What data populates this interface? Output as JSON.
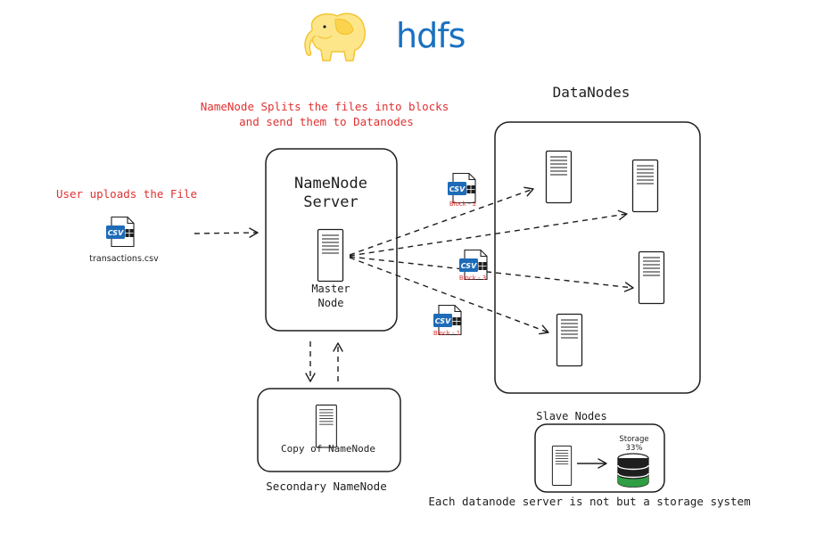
{
  "header": {
    "logo_text": "hdfs",
    "logo_icon": "hadoop-elephant-icon",
    "logo_color": "#1971c2",
    "elephant_color": "#fcd34d"
  },
  "user": {
    "caption": "User uploads the File",
    "file_name": "transactions.csv",
    "file_icon": "csv-file-icon"
  },
  "namenode": {
    "note_line1": "NameNode Splits the files into blocks",
    "note_line2": "and send them to Datanodes",
    "title_line1": "NameNode",
    "title_line2": "Server",
    "role_line1": "Master",
    "role_line2": "Node"
  },
  "secondary": {
    "inner_label": "Copy of NameNode",
    "caption": "Secondary NameNode"
  },
  "blocks": [
    {
      "label": "Block - 2"
    },
    {
      "label": "Block - 3"
    },
    {
      "label": "Block - 1"
    }
  ],
  "datanodes": {
    "title": "DataNodes",
    "caption": "Slave Nodes",
    "server_count": 4
  },
  "storage": {
    "label": "Storage",
    "percent": "33%",
    "level": 0.33,
    "explanation": "Each datanode server is not but a storage system"
  },
  "colors": {
    "ink": "#1e1e1e",
    "annotation_red": "#e03131",
    "csv_blue": "#1e6bb8",
    "storage_green": "#2f9e44"
  }
}
